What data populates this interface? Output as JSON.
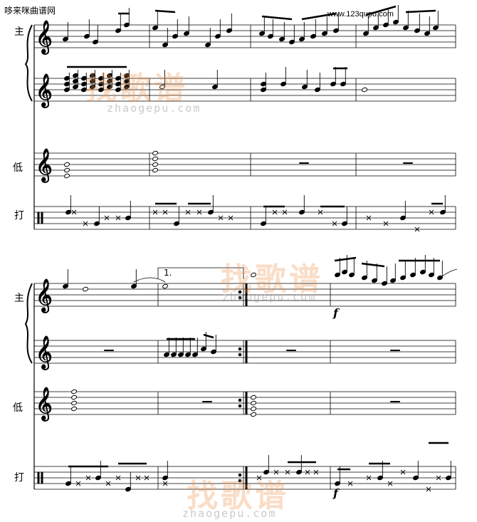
{
  "header": {
    "site_title": "哆来咪曲谱网",
    "site_url": "www.123qupu.com"
  },
  "parts": {
    "system1": [
      "主",
      "低",
      "打"
    ],
    "system2": [
      "主",
      "低",
      "打"
    ]
  },
  "markings": {
    "volta": "1.",
    "dynamic1": "f",
    "dynamic2": "f"
  },
  "watermarks": {
    "brand": "找歌谱",
    "domain": "zhaogepu.com"
  }
}
